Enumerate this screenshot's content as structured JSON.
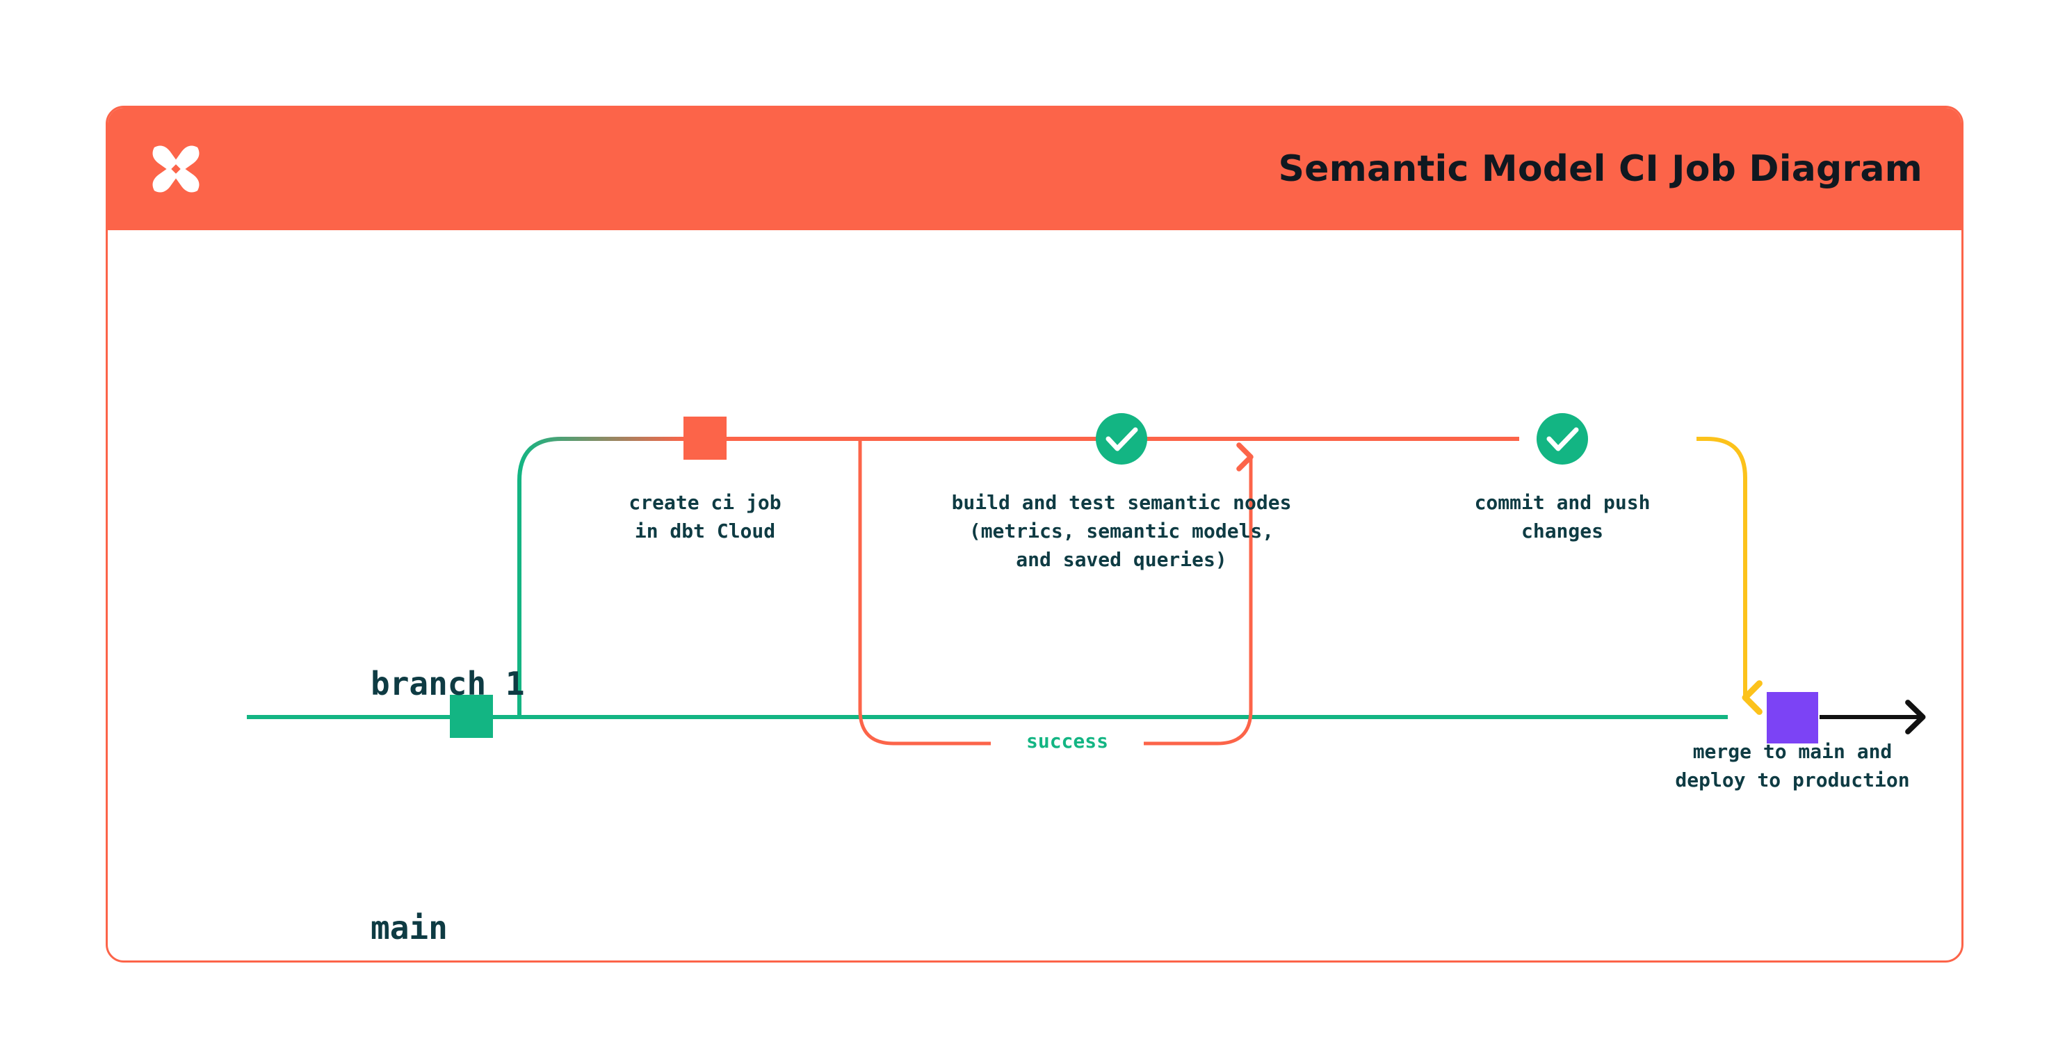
{
  "header": {
    "logo_icon": "dbt-logo-icon",
    "title": "Semantic Model CI Job Diagram",
    "background_color": "#FC6449",
    "title_color": "#101820"
  },
  "card": {
    "border_color": "#FC6449",
    "background_color": "#FFFFFF"
  },
  "diagram": {
    "type": "git-branch-flow",
    "lanes": [
      {
        "id": "branch-1",
        "label": "branch 1",
        "color": "#FC6449"
      },
      {
        "id": "main",
        "label": "main",
        "color": "#13B583"
      }
    ],
    "nodes": [
      {
        "id": "create-ci-job",
        "lane": "branch-1",
        "marker": "square",
        "marker_color": "#FC6449",
        "label": "create ci job\nin dbt Cloud"
      },
      {
        "id": "build-and-test",
        "lane": "branch-1",
        "marker": "check-circle",
        "marker_color": "#13B583",
        "label": "build and test semantic nodes\n(metrics, semantic models,\nand saved queries)"
      },
      {
        "id": "commit-and-push",
        "lane": "branch-1",
        "marker": "check-circle",
        "marker_color": "#13B583",
        "label": "commit and push\nchanges"
      },
      {
        "id": "merge-to-main",
        "lane": "main",
        "marker": "square",
        "marker_color": "#7C43F5",
        "label": "merge to main and\ndeploy to production"
      },
      {
        "id": "main-start",
        "lane": "main",
        "marker": "square",
        "marker_color": "#13B583",
        "label": ""
      }
    ],
    "edges": [
      {
        "id": "retry-loop",
        "label": "success",
        "color": "#FC6449",
        "label_color": "#13B583"
      },
      {
        "id": "branch-off",
        "label": "",
        "color": "#13B583"
      },
      {
        "id": "merge-down",
        "label": "",
        "color": "#FCC21B"
      },
      {
        "id": "main-continues",
        "label": "",
        "color": "#111111"
      }
    ],
    "colors": {
      "orange": "#FC6449",
      "green": "#13B583",
      "yellow": "#FCC21B",
      "purple": "#7C43F5",
      "ink": "#0E3B43",
      "black": "#111111"
    }
  }
}
